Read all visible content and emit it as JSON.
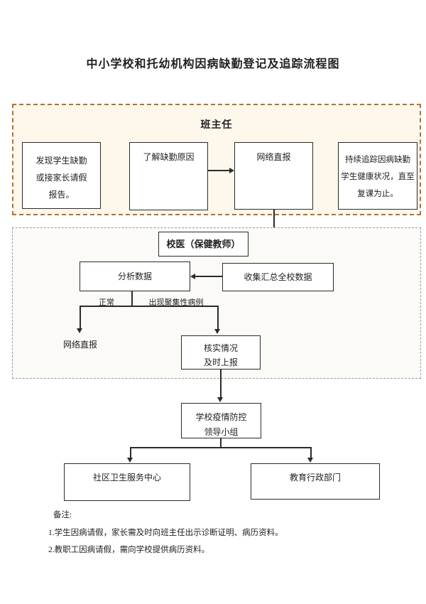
{
  "title": "中小学校和托幼机构因病缺勤登记及追踪流程图",
  "teacher": {
    "label": "班主任",
    "discover": [
      "发现学生缺勤",
      "或接家长请假",
      "报告。"
    ],
    "understand": "了解缺勤原因",
    "report_online": "网络直报",
    "track": [
      "持续追踪因病缺勤",
      "学生健康状况，直至",
      "复课为止。"
    ]
  },
  "doctor": {
    "label": "校医（保健教师）",
    "analyze": "分析数据",
    "collect": "收集汇总全校数据",
    "branch_normal": "正常",
    "branch_cluster": "出现聚集性病例",
    "report_online": "网络直报",
    "verify": [
      "核实情况",
      "及时上报"
    ]
  },
  "leading_group": [
    "学校疫情防控",
    "领导小组"
  ],
  "community_center": "社区卫生服务中心",
  "education_dept": "教育行政部门",
  "notes": {
    "label": "备注:",
    "items": [
      "1.学生因病请假，家长需及时向班主任出示诊断证明、病历资料。",
      "2.教职工因病请假，需向学校提供病历资料。"
    ]
  },
  "colors": {
    "teacher_border": "#b5732c",
    "teacher_bg": "#fdf7ec",
    "doctor_border": "#9c9c9c",
    "doctor_bg": "#fbfaf7",
    "line": "#2b2b2b"
  }
}
